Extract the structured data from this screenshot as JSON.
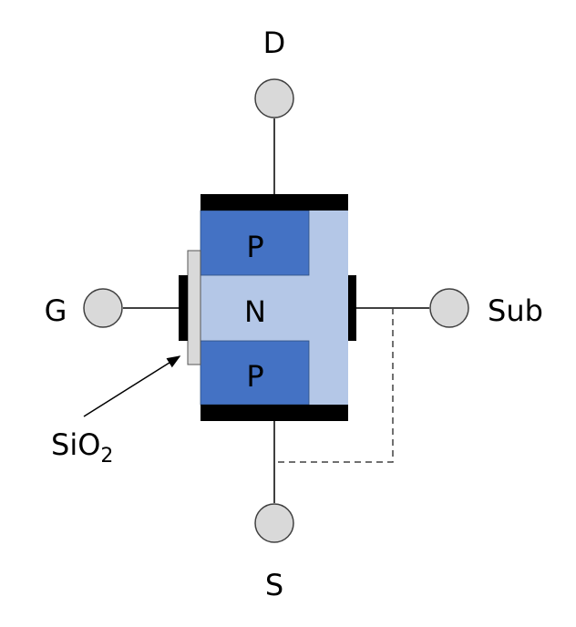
{
  "diagram": {
    "title": "P-channel MOSFET (PNP structure) terminal diagram",
    "terminals": {
      "drain": "D",
      "gate": "G",
      "source": "S",
      "substrate": "Sub"
    },
    "regions": {
      "top": "P",
      "middle": "N",
      "bottom": "P"
    },
    "oxide_label": {
      "main": "SiO",
      "subscript": "2"
    },
    "colors": {
      "p_region": "#4472C4",
      "n_region": "#B4C7E7",
      "oxide": "#D9D9D9",
      "contact": "#000000",
      "terminal_fill": "#D9D9D9"
    }
  }
}
